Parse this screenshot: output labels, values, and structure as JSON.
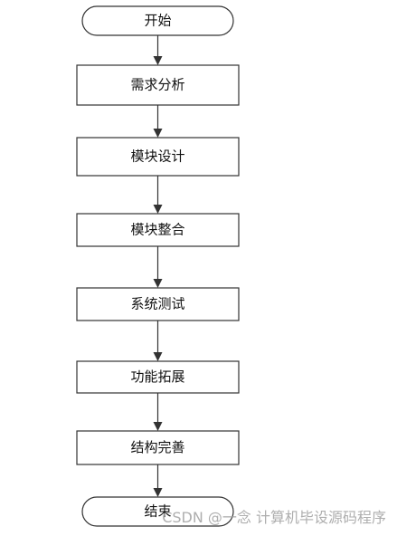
{
  "flowchart": {
    "start": "开始",
    "steps": [
      "需求分析",
      "模块设计",
      "模块整合",
      "系统测试",
      "功能拓展",
      "结构完善"
    ],
    "end": "结束"
  },
  "watermark": "CSDN @一念 计算机毕设源码程序",
  "colors": {
    "stroke": "#333333",
    "text": "#111111",
    "background": "#ffffff"
  }
}
